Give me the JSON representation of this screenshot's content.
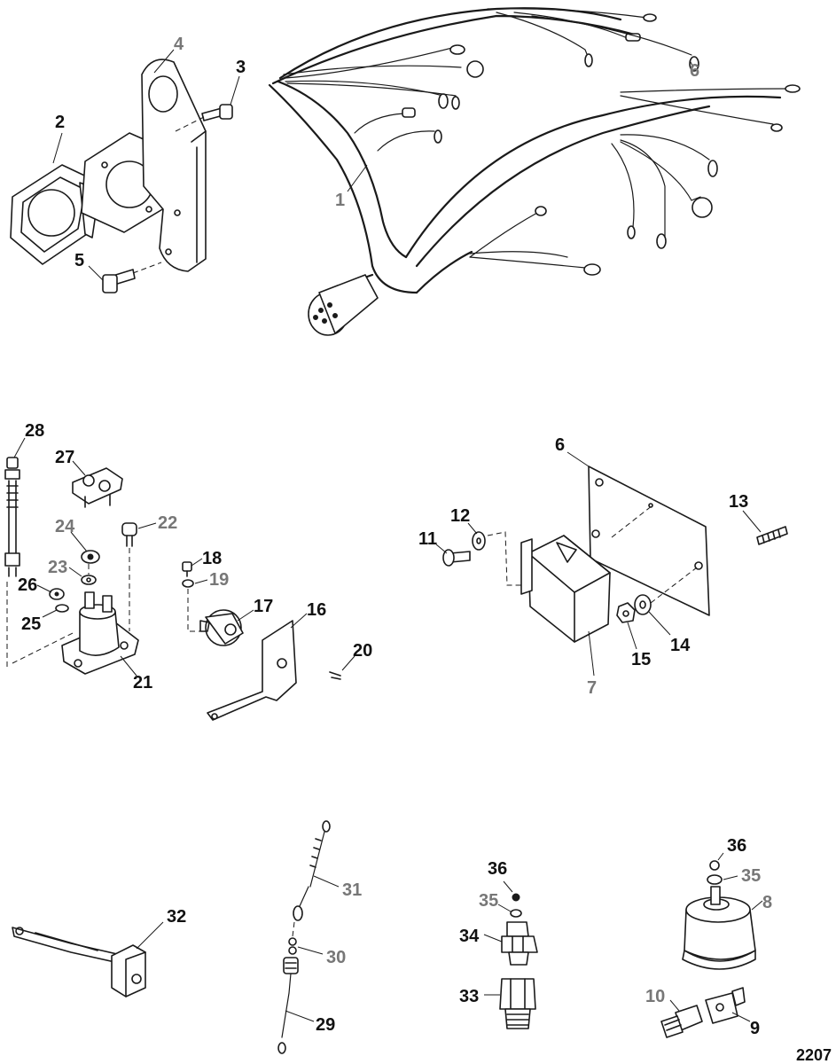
{
  "callouts": {
    "c1": "1",
    "c2": "2",
    "c3": "3",
    "c4": "4",
    "c5": "5",
    "c6a": "6",
    "c6b": "6",
    "c7": "7",
    "c8": "8",
    "c9": "9",
    "c10": "10",
    "c11": "11",
    "c12": "12",
    "c13": "13",
    "c14": "14",
    "c15": "15",
    "c16": "16",
    "c17": "17",
    "c18": "18",
    "c19": "19",
    "c20": "20",
    "c21": "21",
    "c22": "22",
    "c23": "23",
    "c24": "24",
    "c25": "25",
    "c26": "26",
    "c27": "27",
    "c28": "28",
    "c29": "29",
    "c30": "30",
    "c31": "31",
    "c32": "32",
    "c33": "33",
    "c34": "34",
    "c35a": "35",
    "c35b": "35",
    "c36a": "36",
    "c36b": "36"
  },
  "figure_number": "2207"
}
